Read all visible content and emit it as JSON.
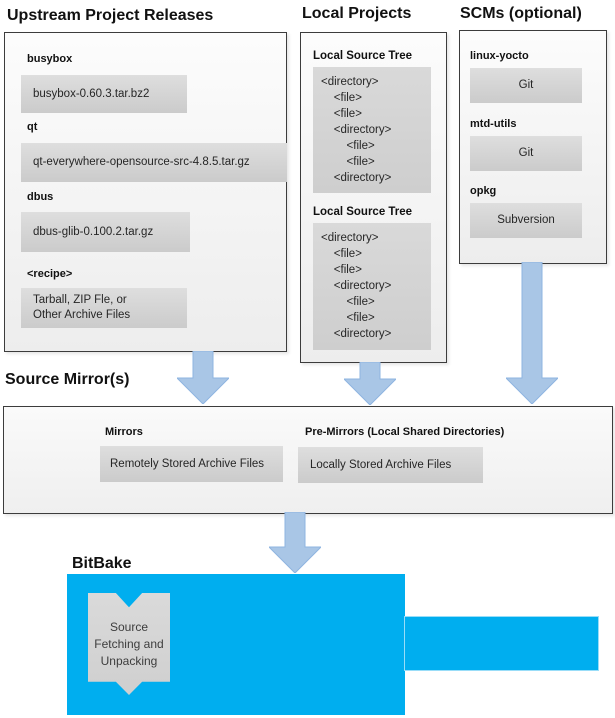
{
  "titles": {
    "upstream": "Upstream Project Releases",
    "local": "Local Projects",
    "scms": "SCMs (optional)",
    "mirror": "Source Mirror(s)",
    "bitbake": "BitBake"
  },
  "upstream": {
    "items": [
      {
        "label": "busybox",
        "value": "busybox-0.60.3.tar.bz2"
      },
      {
        "label": "qt",
        "value": "qt-everywhere-opensource-src-4.8.5.tar.gz"
      },
      {
        "label": "dbus",
        "value": "dbus-glib-0.100.2.tar.gz"
      },
      {
        "label": "<recipe>",
        "value": "Tarball, ZIP Fle, or\nOther Archive Files"
      }
    ]
  },
  "local": {
    "sections": [
      {
        "label": "Local Source Tree",
        "tree": "<directory>\n    <file>\n    <file>\n    <directory>\n        <file>\n        <file>\n    <directory>"
      },
      {
        "label": "Local Source Tree",
        "tree": "<directory>\n    <file>\n    <file>\n    <directory>\n        <file>\n        <file>\n    <directory>"
      }
    ]
  },
  "scms": {
    "items": [
      {
        "label": "linux-yocto",
        "value": "Git"
      },
      {
        "label": "mtd-utils",
        "value": "Git"
      },
      {
        "label": "opkg",
        "value": "Subversion"
      }
    ]
  },
  "mirror": {
    "mirrors_label": "Mirrors",
    "mirrors_value": "Remotely Stored Archive Files",
    "premirrors_label": "Pre-Mirrors (Local Shared Directories)",
    "premirrors_value": "Locally Stored Archive Files"
  },
  "bitbake": {
    "ribbon_text": "Source\nFetching and\nUnpacking"
  },
  "colors": {
    "bitbake_blue": "#00AEEF",
    "arrow_blue": "#A9C6E6",
    "box_border": "#3C3C3C",
    "gray_box": "#D5D5D5"
  }
}
